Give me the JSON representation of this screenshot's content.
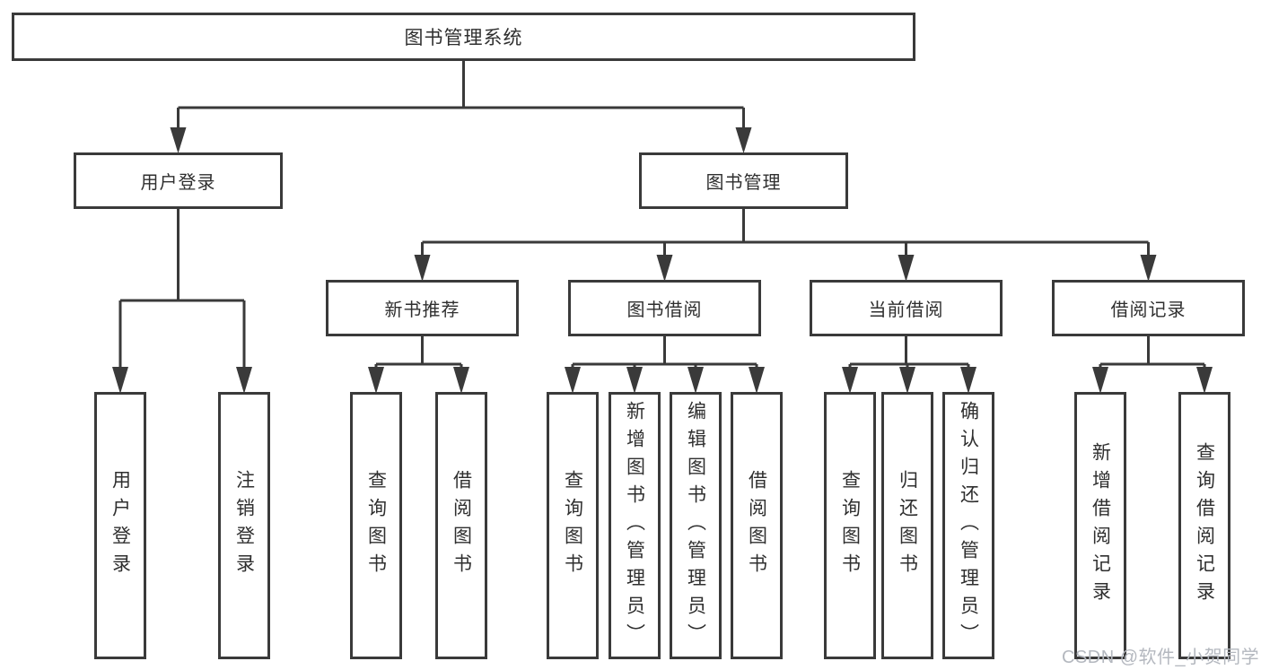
{
  "diagram": {
    "tree": {
      "root": {
        "label": "图书管理系统"
      },
      "level2": [
        {
          "label": "用户登录"
        },
        {
          "label": "图书管理"
        }
      ],
      "level3": [
        {
          "label": "新书推荐"
        },
        {
          "label": "图书借阅"
        },
        {
          "label": "当前借阅"
        },
        {
          "label": "借阅记录"
        }
      ],
      "leaves": {
        "user_login": [
          {
            "label": "用户登录"
          },
          {
            "label": "注销登录"
          }
        ],
        "new_book_recommend": [
          {
            "label": "查询图书"
          },
          {
            "label": "借阅图书"
          }
        ],
        "book_borrow": [
          {
            "label": "查询图书"
          },
          {
            "label": "新增图书（管理员）"
          },
          {
            "label": "编辑图书（管理员）"
          },
          {
            "label": "借阅图书"
          }
        ],
        "current_borrow": [
          {
            "label": "查询图书"
          },
          {
            "label": "归还图书"
          },
          {
            "label": "确认归还（管理员）"
          }
        ],
        "borrow_records": [
          {
            "label": "新增借阅记录"
          },
          {
            "label": "查询借阅记录"
          }
        ]
      }
    }
  },
  "watermark": {
    "text": "CSDN @软件_小贺同学"
  },
  "colors": {
    "background": "#ffffff",
    "line": "#3a3a3a",
    "box_border": "#3a3a3a",
    "box_fill": "#ffffff",
    "text": "#2f2f2f",
    "watermark": "#b4b8bf"
  }
}
